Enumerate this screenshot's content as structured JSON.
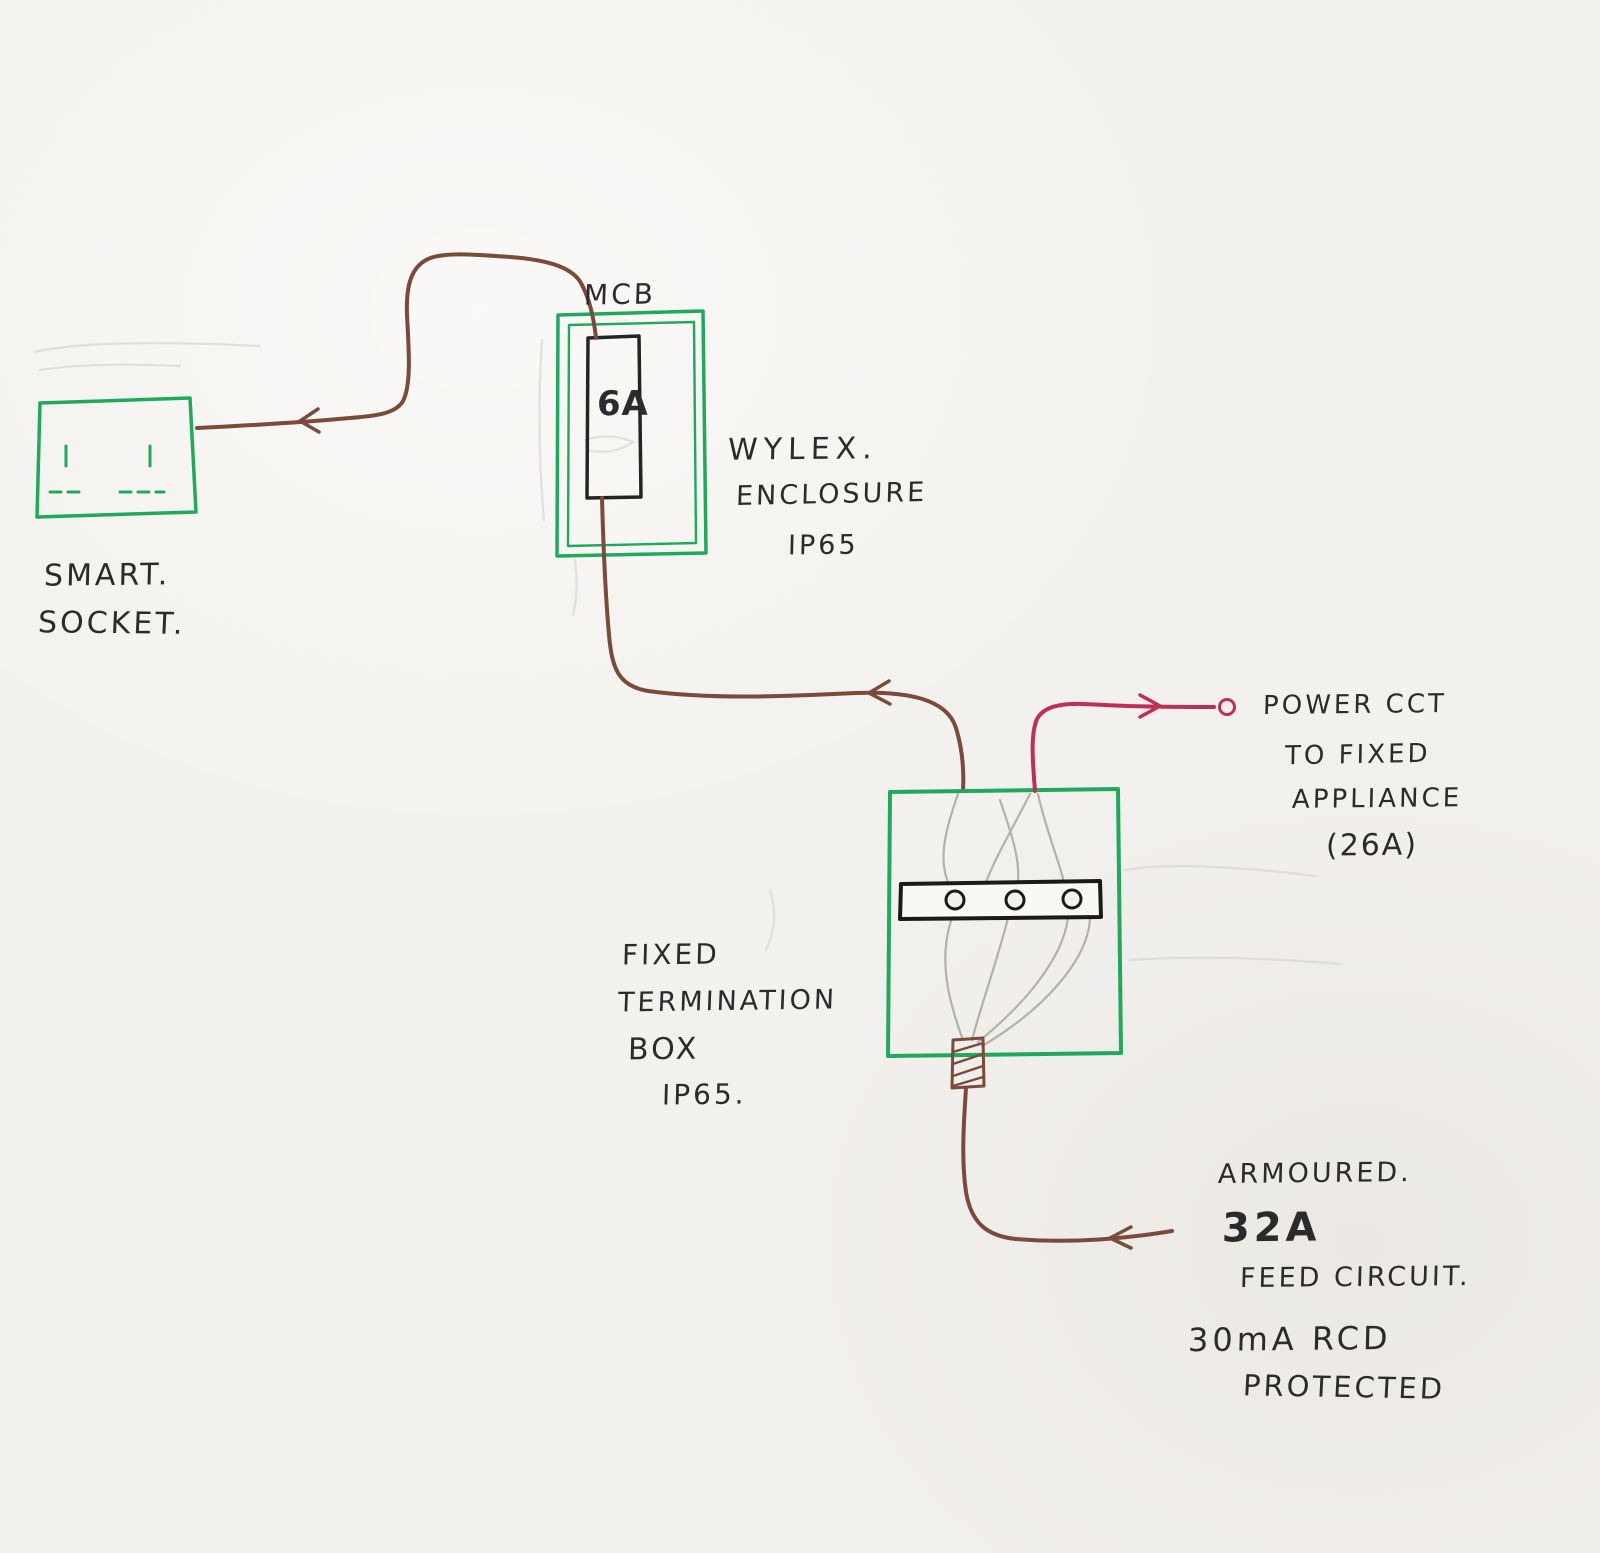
{
  "colors": {
    "paper": "#f3f1ed",
    "green": "#1fa95e",
    "brown": "#7a4a3a",
    "red": "#bf2f55",
    "ink": "#242424",
    "grey": "#a9a6a2",
    "pencil": "#d9d6cf"
  },
  "smart_socket": {
    "line1": "SMART.",
    "line2": "SOCKET."
  },
  "mcb": {
    "label": "MCB",
    "rating": "6A"
  },
  "wylex_enclosure": {
    "line1": "WYLEX.",
    "line2": "ENCLOSURE",
    "line3": "IP65"
  },
  "termination_box": {
    "line1": "FIXED",
    "line2": "TERMINATION",
    "line3": "BOX",
    "line4": "IP65."
  },
  "power_circuit": {
    "line1": "POWER CCT",
    "line2": "TO FIXED",
    "line3": "APPLIANCE",
    "line4": "(26A)"
  },
  "feed_circuit": {
    "line1": "ARMOURED.",
    "line2": "32A",
    "line3": "FEED CIRCUIT.",
    "line4": "30mA RCD",
    "line5": "PROTECTED"
  }
}
